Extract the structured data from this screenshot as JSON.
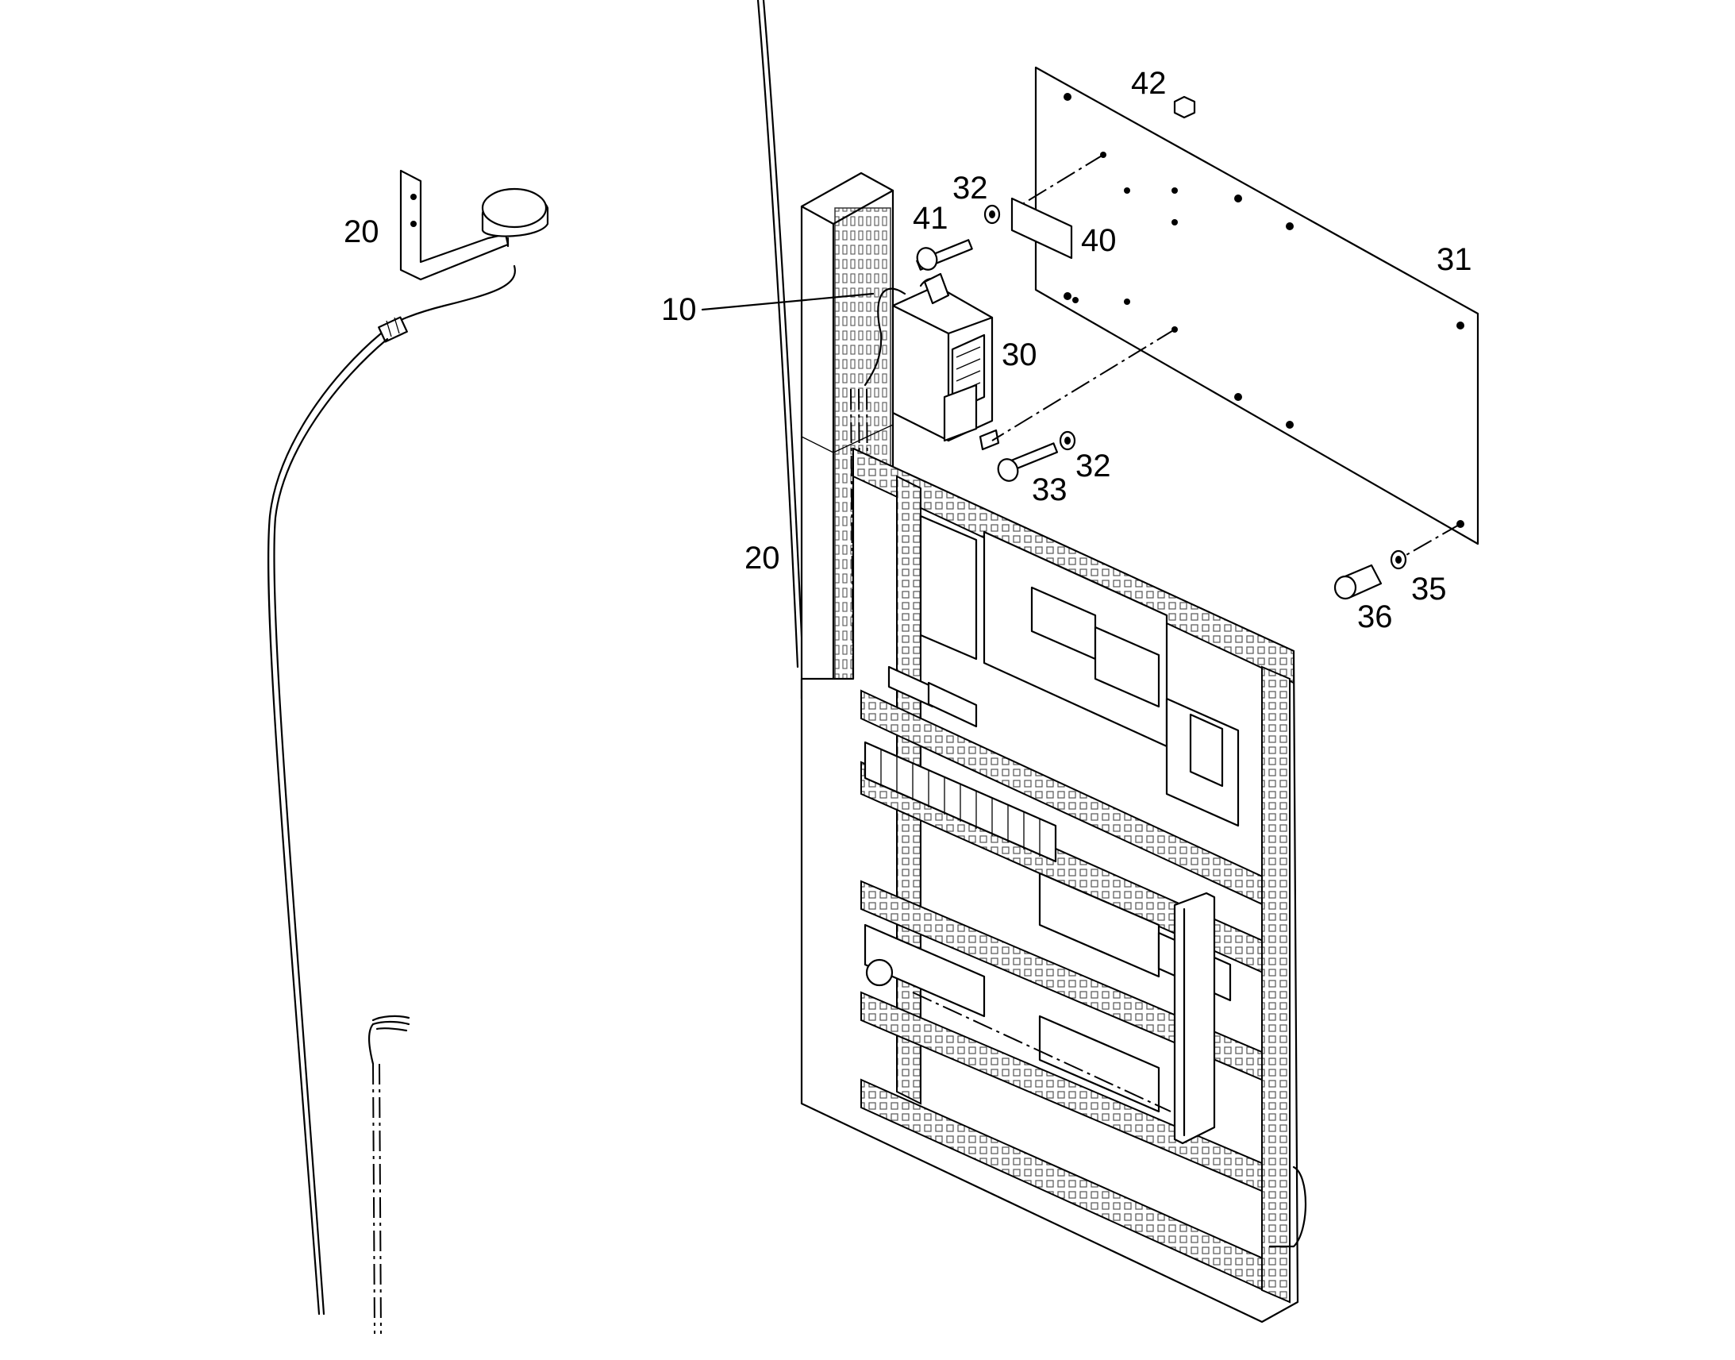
{
  "callouts": {
    "c10": "10",
    "c20a": "20",
    "c20b": "20",
    "c30": "30",
    "c31": "31",
    "c32a": "32",
    "c32b": "32",
    "c33": "33",
    "c35": "35",
    "c36": "36",
    "c40": "40",
    "c41": "41",
    "c42": "42"
  },
  "colors": {
    "line": "#000000",
    "background": "#ffffff",
    "grille": "#444444"
  }
}
